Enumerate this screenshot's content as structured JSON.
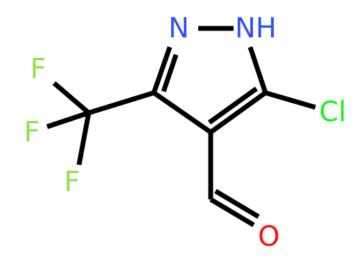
{
  "molecule": {
    "atoms": {
      "n_label": "N",
      "nh_label": "NH",
      "cl_label": "Cl",
      "o_label": "O",
      "f1_label": "F",
      "f2_label": "F",
      "f3_label": "F"
    },
    "colors": {
      "nitrogen": "#3050F8",
      "chlorine": "#1FF01F",
      "oxygen": "#FF0D0D",
      "fluorine": "#90E050",
      "bond": "#000000"
    }
  }
}
